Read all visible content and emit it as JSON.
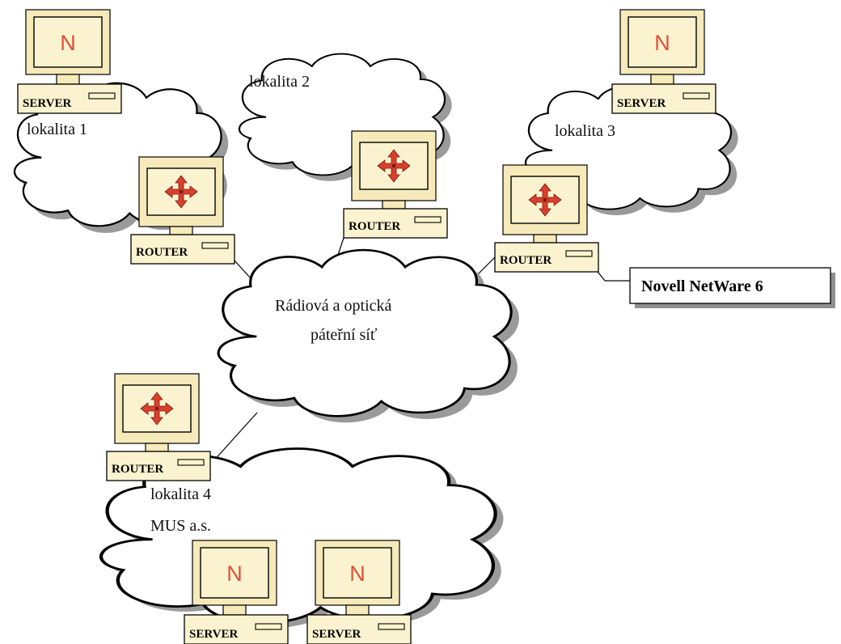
{
  "clouds": {
    "site1": "lokalita 1",
    "site2": "lokalita 2",
    "site3": "lokalita 3",
    "site4_line1": "lokalita 4",
    "site4_line2": "MUS a.s.",
    "backbone_line1": "Rádiová a optická",
    "backbone_line2": "páteřní síť"
  },
  "devices": {
    "server_label": "SERVER",
    "router_label": "ROUTER",
    "server_logo": "N",
    "server_icon": "novell-server-icon",
    "router_icon": "router-arrows-icon"
  },
  "callout": {
    "text": "Novell NetWare 6"
  },
  "colors": {
    "device_body": "#fbf3cf",
    "logo_red": "#e0503a",
    "arrow_red": "#d9402c",
    "cloud_shadow": "#9a9a9a"
  }
}
